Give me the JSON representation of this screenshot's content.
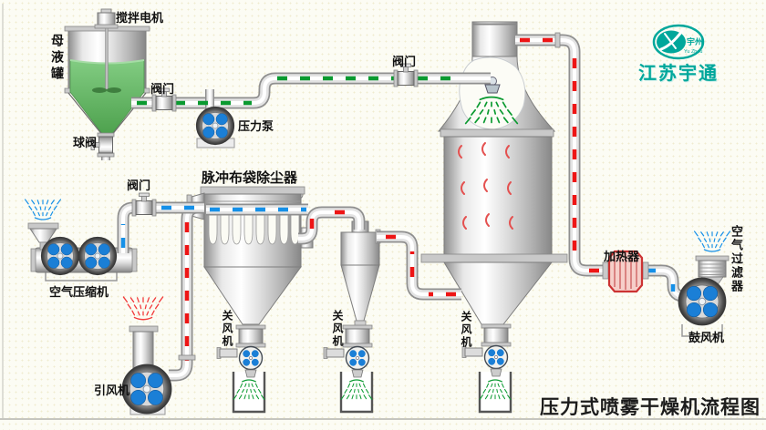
{
  "title": "压力式喷雾干燥机流程图",
  "company": {
    "name": "江苏宇通",
    "logo_cn": "宇州",
    "logo_en": "Yu Zhou"
  },
  "labels": {
    "stirrer_motor": "搅拌电机",
    "mother_liquid_tank": "母液罐",
    "ball_valve": "球阀",
    "valve": "阀门",
    "pressure_pump": "压力泵",
    "pulse_bag_dust_collector": "脉冲布袋除尘器",
    "air_compressor": "空气压缩机",
    "induced_draft_fan": "引风机",
    "rotary_airlock": "关风机",
    "heater": "加热器",
    "air_filter": "空气过滤器",
    "blower": "鼓风机"
  },
  "colors": {
    "flow_green": "#0a9a30",
    "flow_blue": "#1590e8",
    "flow_red": "#ee1515",
    "fan_blue": "#1b7fd6",
    "teal": "#00a79b",
    "heater_red": "#cc3333",
    "liquid_green": "#5cb55c"
  }
}
